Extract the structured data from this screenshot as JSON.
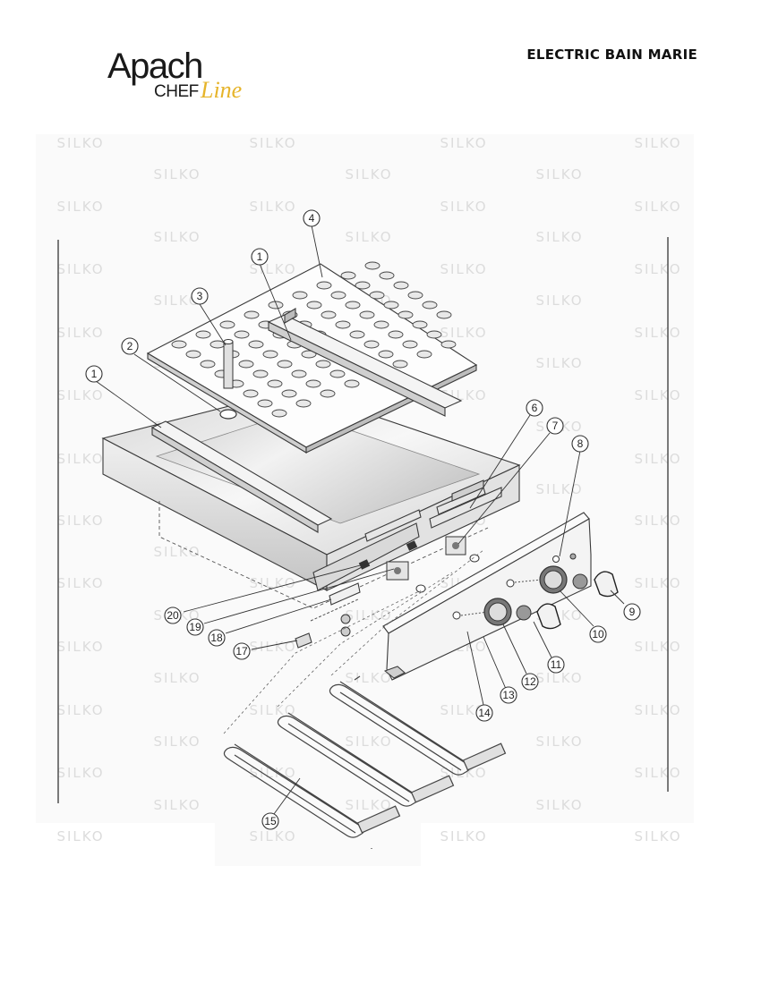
{
  "header": {
    "brand_main": "Apach",
    "brand_sub": "CHEF",
    "brand_script": "Line",
    "doc_title": "ELECTRIC BAIN MARIE"
  },
  "watermark": {
    "text": "SILKO"
  },
  "callouts": [
    {
      "label": "1"
    },
    {
      "label": "1"
    },
    {
      "label": "2"
    },
    {
      "label": "3"
    },
    {
      "label": "4"
    },
    {
      "label": "6"
    },
    {
      "label": "7"
    },
    {
      "label": "8"
    },
    {
      "label": "9"
    },
    {
      "label": "10"
    },
    {
      "label": "11"
    },
    {
      "label": "12"
    },
    {
      "label": "13"
    },
    {
      "label": "14"
    },
    {
      "label": "15"
    },
    {
      "label": "17"
    },
    {
      "label": "18"
    },
    {
      "label": "19"
    },
    {
      "label": "20"
    }
  ],
  "colors": {
    "brand_yellow": "#e6b42a",
    "line": "#333333",
    "watermark": "#dcdcdc"
  }
}
